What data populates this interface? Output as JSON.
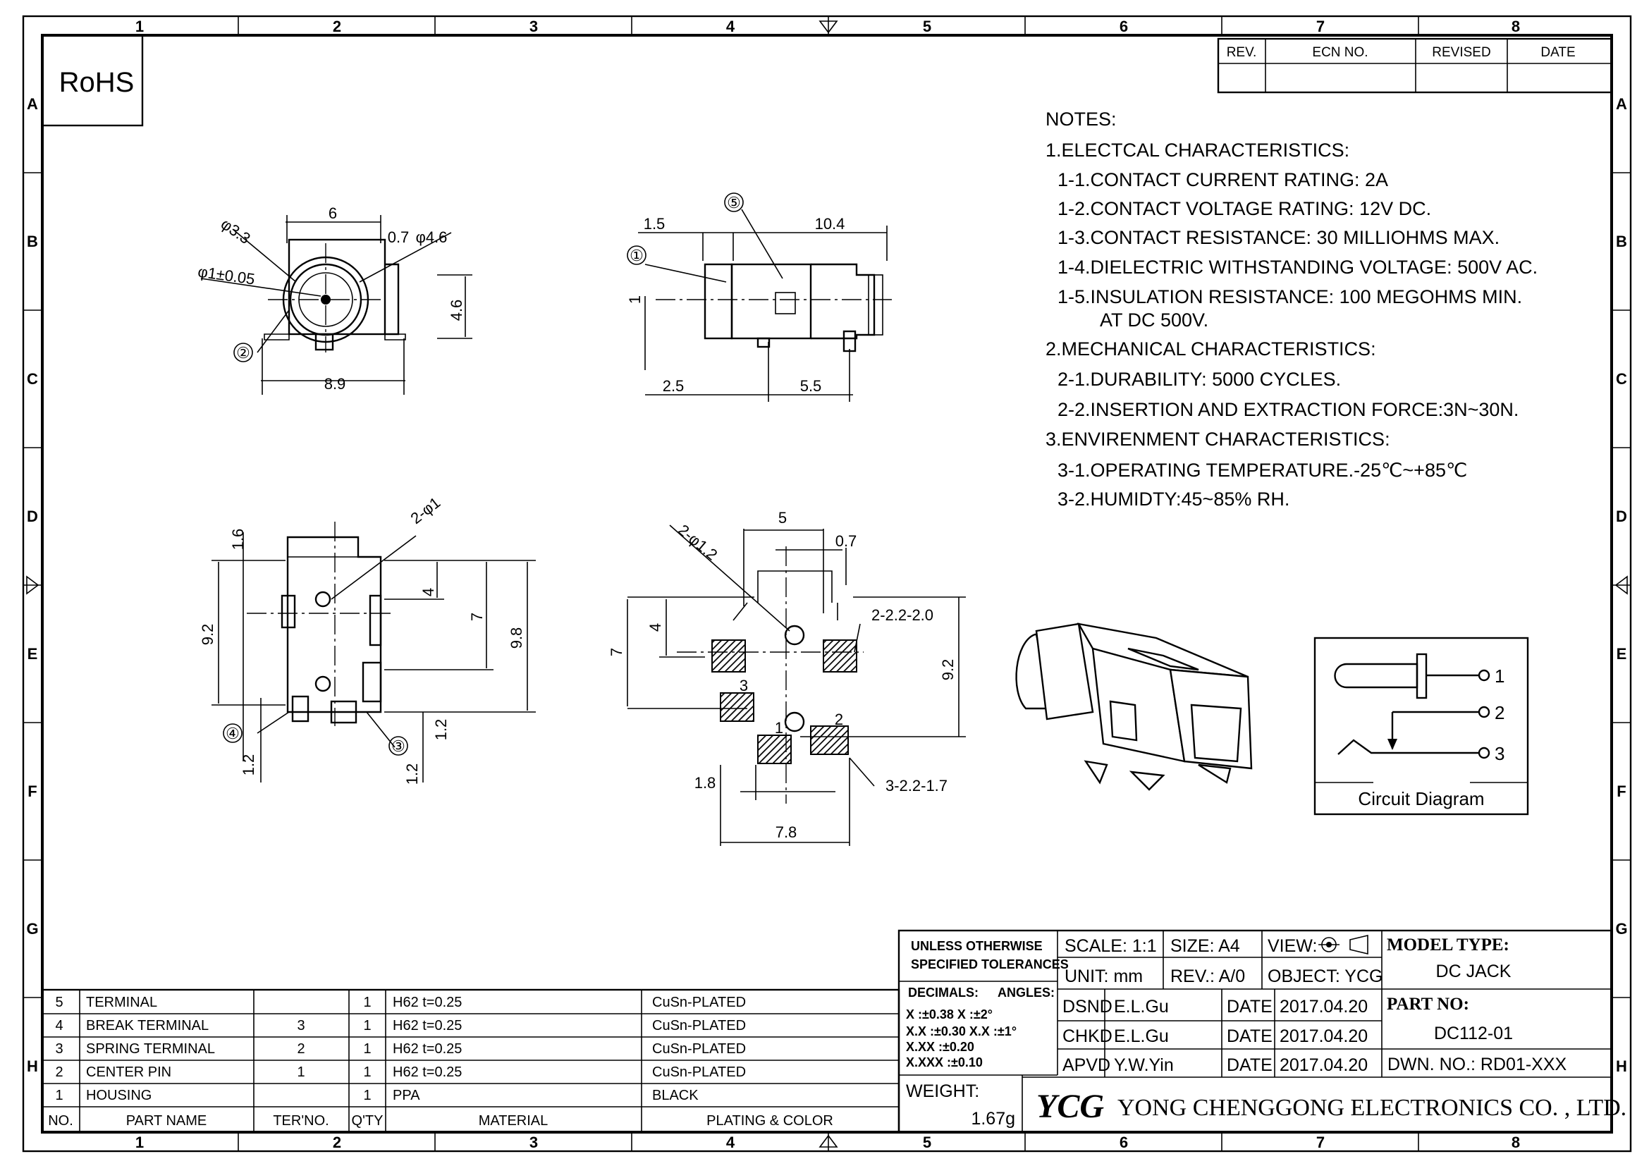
{
  "frame": {
    "columns": [
      "1",
      "2",
      "3",
      "4",
      "5",
      "6",
      "7",
      "8"
    ],
    "rows": [
      "A",
      "B",
      "C",
      "D",
      "E",
      "F",
      "G",
      "H"
    ]
  },
  "rohs": "RoHS",
  "revision_table": {
    "headers": [
      "REV.",
      "ECN NO.",
      "REVISED",
      "DATE"
    ]
  },
  "notes": {
    "title": "NOTES:",
    "lines": [
      "1.ELECTCAL  CHARACTERISTICS:",
      "1-1.CONTACT  CURRENT  RATING:    2A",
      "1-2.CONTACT  VOLTAGE  RATING:  12V  DC.",
      "1-3.CONTACT  RESISTANCE:  30  MILLIOHMS  MAX.",
      "1-4.DIELECTRIC  WITHSTANDING  VOLTAGE:  500V  AC.",
      "1-5.INSULATION  RESISTANCE:  100  MEGOHMS  MIN.",
      "AT  DC  500V.",
      "2.MECHANICAL  CHARACTERISTICS:",
      "2-1.DURABILITY:  5000  CYCLES.",
      "2-2.INSERTION  AND  EXTRACTION  FORCE:3N~30N.",
      "3.ENVIRENMENT  CHARACTERISTICS:",
      "3-1.OPERATING  TEMPERATURE.-25℃~+85℃",
      "3-2.HUMIDTY:45~85%  RH."
    ]
  },
  "dims": {
    "front": [
      "6",
      "0.7",
      "φ4.6",
      "φ3.3",
      "φ1±0.05",
      "4.6",
      "8.9",
      "②"
    ],
    "side": [
      "1.5",
      "10.4",
      "⑤",
      "①",
      "1",
      "2.5",
      "5.5"
    ],
    "bottom": [
      "2-φ1",
      "1.6",
      "4",
      "7",
      "9.2",
      "9.8",
      "④",
      "③",
      "1.2",
      "1.2",
      "1.2"
    ],
    "footprint": [
      "5",
      "0.7",
      "2-φ1.2",
      "2-2.2-2.0",
      "7",
      "4",
      "9.2",
      "3",
      "1",
      "2",
      "1.8",
      "3-2.2-1.7",
      "7.8"
    ]
  },
  "circuit": {
    "pins": [
      "1",
      "2",
      "3"
    ],
    "caption": "Circuit Diagram"
  },
  "bom": {
    "headers": [
      "NO.",
      "PART NAME",
      "TER'NO.",
      "Q'TY",
      "MATERIAL",
      "PLATING & COLOR"
    ],
    "rows": [
      [
        "5",
        "TERMINAL",
        "",
        "1",
        "H62  t=0.25",
        "CuSn-PLATED"
      ],
      [
        "4",
        "BREAK  TERMINAL",
        "3",
        "1",
        "H62  t=0.25",
        "CuSn-PLATED"
      ],
      [
        "3",
        "SPRING  TERMINAL",
        "2",
        "1",
        "H62  t=0.25",
        "CuSn-PLATED"
      ],
      [
        "2",
        "CENTER  PIN",
        "1",
        "1",
        "H62  t=0.25",
        "CuSn-PLATED"
      ],
      [
        "1",
        "HOUSING",
        "",
        "1",
        "PPA",
        "BLACK"
      ]
    ]
  },
  "title_block": {
    "tol_title1": "UNLESS  OTHERWISE",
    "tol_title2": "SPECIFIED  TOLERANCES",
    "decimals": "DECIMALS:",
    "angles": "ANGLES:",
    "tol1": "X      :±0.38   X   :±2°",
    "tol2": "X.X    :±0.30   X.X :±1°",
    "tol3": "X.XX  :±0.20",
    "tol4": "X.XXX :±0.10",
    "weight_label": "WEIGHT:",
    "weight": "1.67g",
    "scale": "SCALE:  1:1",
    "size": "SIZE:  A4",
    "view": "VIEW:",
    "unit": "UNIT:  mm",
    "rev": "REV.:  A/0",
    "object": "OBJECT:  YCG",
    "dsnd": "DSND",
    "dsnd_name": "E.L.Gu",
    "chkd": "CHKD",
    "chkd_name": "E.L.Gu",
    "apvd": "APVD",
    "apvd_name": "Y.W.Yin",
    "date_label": "DATE",
    "date": "2017.04.20",
    "model_type_label": "MODEL  TYPE:",
    "model_type": "DC  JACK",
    "part_no_label": "PART  NO:",
    "part_no": "DC112-01",
    "dwn_no": "DWN.  NO.:  RD01-XXX",
    "logo": "YCG",
    "company": "YONG  CHENGGONG  ELECTRONICS  CO. , LTD."
  }
}
